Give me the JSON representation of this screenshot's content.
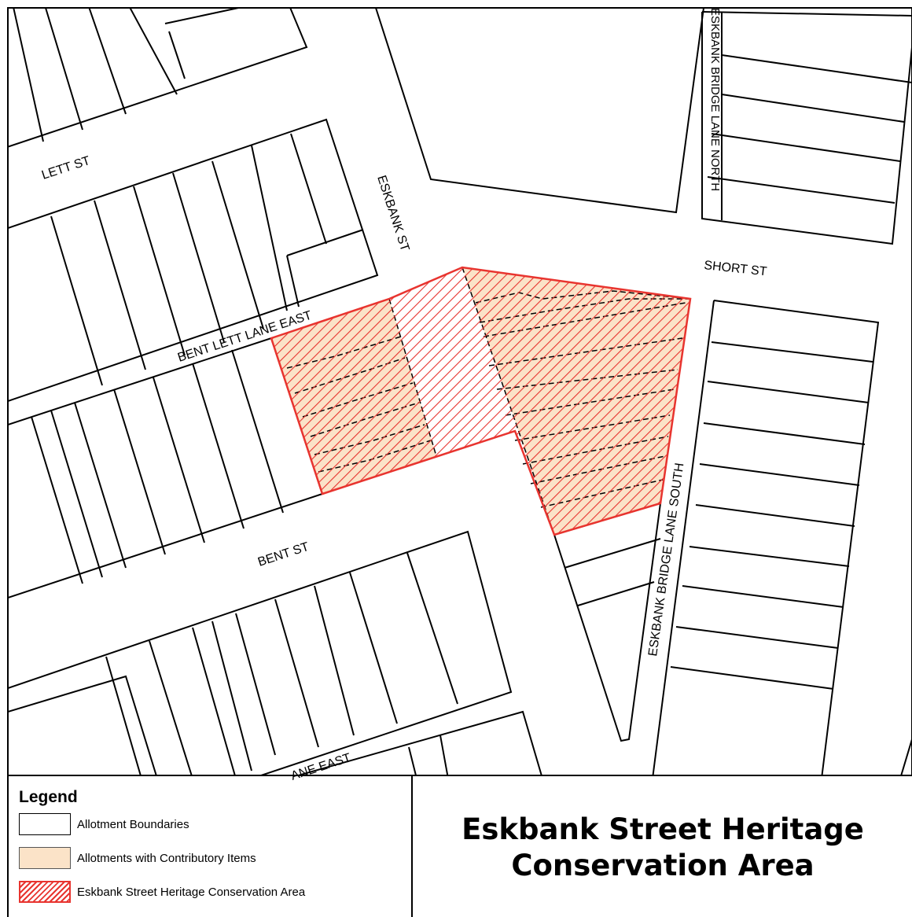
{
  "map": {
    "street_labels": {
      "lett_st": "LETT ST",
      "eskbank_st": "ESKBANK ST",
      "eskbank_bridge_lane_north": "ESKBANK BRIDGE LANE NORTH",
      "short_st": "SHORT ST",
      "bent_lett_lane_east": "BENT LETT LANE EAST",
      "bent_st": "BENT ST",
      "eskbank_bridge_lane_south": "ESKBANK BRIDGE LANE SOUTH",
      "lane_east_partial": "ANE EAST"
    },
    "colors": {
      "boundary": "#000000",
      "contributory_fill": "#fbe3c8",
      "hca_outline": "#e8342f"
    }
  },
  "legend": {
    "title": "Legend",
    "items": [
      {
        "label": "Allotment Boundaries",
        "symbol": "white-box"
      },
      {
        "label": "Allotments with Contributory Items",
        "symbol": "peach-box"
      },
      {
        "label": "Eskbank Street Heritage Conservation Area",
        "symbol": "red-hatch-box"
      }
    ]
  },
  "title": {
    "line1": "Eskbank Street Heritage",
    "line2": "Conservation Area"
  }
}
